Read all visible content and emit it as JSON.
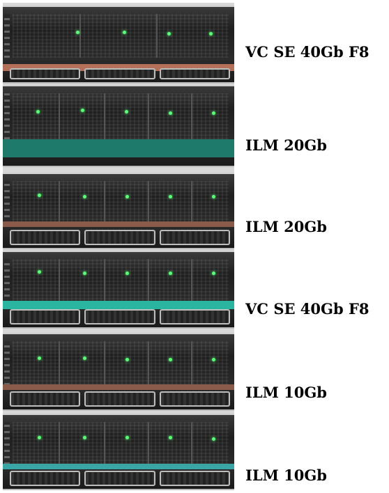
{
  "modules": [
    {
      "label": "VC SE 40Gb F8",
      "stripe_color": "#b5705a",
      "has_ports": true
    },
    {
      "label": "ILM 20Gb",
      "stripe_color": "#1e7a6a",
      "has_ports": false
    },
    {
      "label": "ILM 20Gb",
      "stripe_color": "#8a5a4a",
      "has_ports": true
    },
    {
      "label": "VC SE 40Gb F8",
      "stripe_color": "#2ab5a0",
      "has_ports": true
    },
    {
      "label": "ILM 10Gb",
      "stripe_color": "#8a5a4a",
      "has_ports": true
    },
    {
      "label": "ILM 10Gb",
      "stripe_color": "#3aa5a5",
      "has_ports": true
    }
  ],
  "led_color": "#5dff7a"
}
